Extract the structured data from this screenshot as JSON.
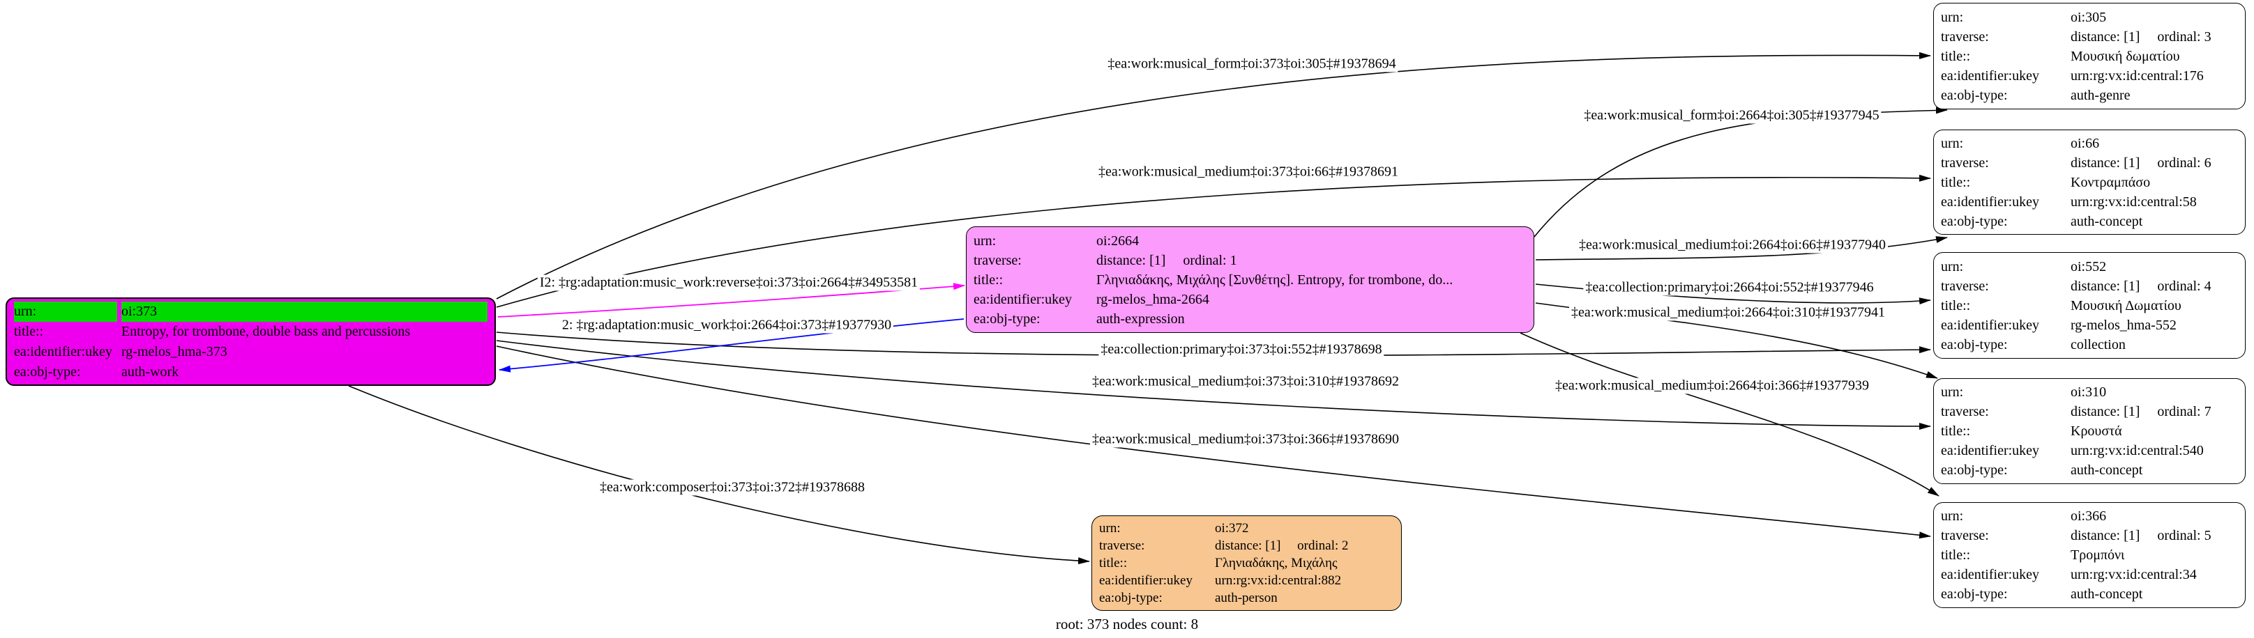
{
  "graph": {
    "caption": "root: 373 nodes count: 8"
  },
  "colors": {
    "root_node_fill": "#ee00ee",
    "root_urn_highlight": "#00d900",
    "expression_node_fill": "#fb9bfb",
    "person_node_fill": "#f7c691",
    "plain_node_fill": "#ffffff",
    "edge_default": "#000000",
    "edge_adaptation_reverse": "#ff00ff",
    "edge_adaptation": "#0000ff"
  },
  "nodes": [
    {
      "key": "oi:373",
      "kind": "root-work",
      "fields": [
        {
          "label": "urn:",
          "value": "oi:373",
          "highlight": true
        },
        {
          "label": "title::",
          "value": "Entropy, for trombone, double bass and percussions"
        },
        {
          "label": "ea:identifier:ukey",
          "value": "rg-melos_hma-373"
        },
        {
          "label": "ea:obj-type:",
          "value": "auth-work"
        }
      ]
    },
    {
      "key": "oi:2664",
      "kind": "expression",
      "fields": [
        {
          "label": "urn:",
          "value": "oi:2664"
        },
        {
          "label": "traverse:",
          "value": "distance: [1]     ordinal: 1"
        },
        {
          "label": "title::",
          "value": "Γληνιαδάκης, Μιχάλης [Συνθέτης]. Entropy, for trombone, do..."
        },
        {
          "label": "ea:identifier:ukey",
          "value": "rg-melos_hma-2664"
        },
        {
          "label": "ea:obj-type:",
          "value": "auth-expression"
        }
      ]
    },
    {
      "key": "oi:372",
      "kind": "person",
      "fields": [
        {
          "label": "urn:",
          "value": "oi:372"
        },
        {
          "label": "traverse:",
          "value": "distance: [1]     ordinal: 2"
        },
        {
          "label": "title::",
          "value": "Γληνιαδάκης, Μιχάλης"
        },
        {
          "label": "ea:identifier:ukey",
          "value": "urn:rg:vx:id:central:882"
        },
        {
          "label": "ea:obj-type:",
          "value": "auth-person"
        }
      ]
    },
    {
      "key": "oi:305",
      "kind": "genre",
      "fields": [
        {
          "label": "urn:",
          "value": "oi:305"
        },
        {
          "label": "traverse:",
          "value": "distance: [1]     ordinal: 3"
        },
        {
          "label": "title::",
          "value": "Μουσική δωματίου"
        },
        {
          "label": "ea:identifier:ukey",
          "value": "urn:rg:vx:id:central:176"
        },
        {
          "label": "ea:obj-type:",
          "value": "auth-genre"
        }
      ]
    },
    {
      "key": "oi:66",
      "kind": "concept",
      "fields": [
        {
          "label": "urn:",
          "value": "oi:66"
        },
        {
          "label": "traverse:",
          "value": "distance: [1]     ordinal: 6"
        },
        {
          "label": "title::",
          "value": "Κοντραμπάσο"
        },
        {
          "label": "ea:identifier:ukey",
          "value": "urn:rg:vx:id:central:58"
        },
        {
          "label": "ea:obj-type:",
          "value": "auth-concept"
        }
      ]
    },
    {
      "key": "oi:552",
      "kind": "collection",
      "fields": [
        {
          "label": "urn:",
          "value": "oi:552"
        },
        {
          "label": "traverse:",
          "value": "distance: [1]     ordinal: 4"
        },
        {
          "label": "title::",
          "value": "Μουσική Δωματίου"
        },
        {
          "label": "ea:identifier:ukey",
          "value": "rg-melos_hma-552"
        },
        {
          "label": "ea:obj-type:",
          "value": "collection"
        }
      ]
    },
    {
      "key": "oi:310",
      "kind": "concept",
      "fields": [
        {
          "label": "urn:",
          "value": "oi:310"
        },
        {
          "label": "traverse:",
          "value": "distance: [1]     ordinal: 7"
        },
        {
          "label": "title::",
          "value": "Κρουστά"
        },
        {
          "label": "ea:identifier:ukey",
          "value": "urn:rg:vx:id:central:540"
        },
        {
          "label": "ea:obj-type:",
          "value": "auth-concept"
        }
      ]
    },
    {
      "key": "oi:366",
      "kind": "concept",
      "fields": [
        {
          "label": "urn:",
          "value": "oi:366"
        },
        {
          "label": "traverse:",
          "value": "distance: [1]     ordinal: 5"
        },
        {
          "label": "title::",
          "value": "Τρομπόνι"
        },
        {
          "label": "ea:identifier:ukey",
          "value": "urn:rg:vx:id:central:34"
        },
        {
          "label": "ea:obj-type:",
          "value": "auth-concept"
        }
      ]
    }
  ],
  "edges": [
    {
      "label": "‡ea:work:musical_form‡oi:373‡oi:305‡#19378694",
      "color": "#000000"
    },
    {
      "label": "‡ea:work:musical_form‡oi:2664‡oi:305‡#19377945",
      "color": "#000000"
    },
    {
      "label": "‡ea:work:musical_medium‡oi:373‡oi:66‡#19378691",
      "color": "#000000"
    },
    {
      "label": "‡ea:work:musical_medium‡oi:2664‡oi:66‡#19377940",
      "color": "#000000"
    },
    {
      "label": "I2: ‡rg:adaptation:music_work:reverse‡oi:373‡oi:2664‡#34953581",
      "color": "#ff00ff"
    },
    {
      "label": "‡ea:collection:primary‡oi:2664‡oi:552‡#19377946",
      "color": "#000000"
    },
    {
      "label": "‡ea:work:musical_medium‡oi:2664‡oi:310‡#19377941",
      "color": "#000000"
    },
    {
      "label": "2: ‡rg:adaptation:music_work‡oi:2664‡oi:373‡#19377930",
      "color": "#0000ff"
    },
    {
      "label": "‡ea:collection:primary‡oi:373‡oi:552‡#19378698",
      "color": "#000000"
    },
    {
      "label": "‡ea:work:musical_medium‡oi:373‡oi:310‡#19378692",
      "color": "#000000"
    },
    {
      "label": "‡ea:work:musical_medium‡oi:2664‡oi:366‡#19377939",
      "color": "#000000"
    },
    {
      "label": "‡ea:work:musical_medium‡oi:373‡oi:366‡#19378690",
      "color": "#000000"
    },
    {
      "label": "‡ea:work:composer‡oi:373‡oi:372‡#19378688",
      "color": "#000000"
    }
  ]
}
